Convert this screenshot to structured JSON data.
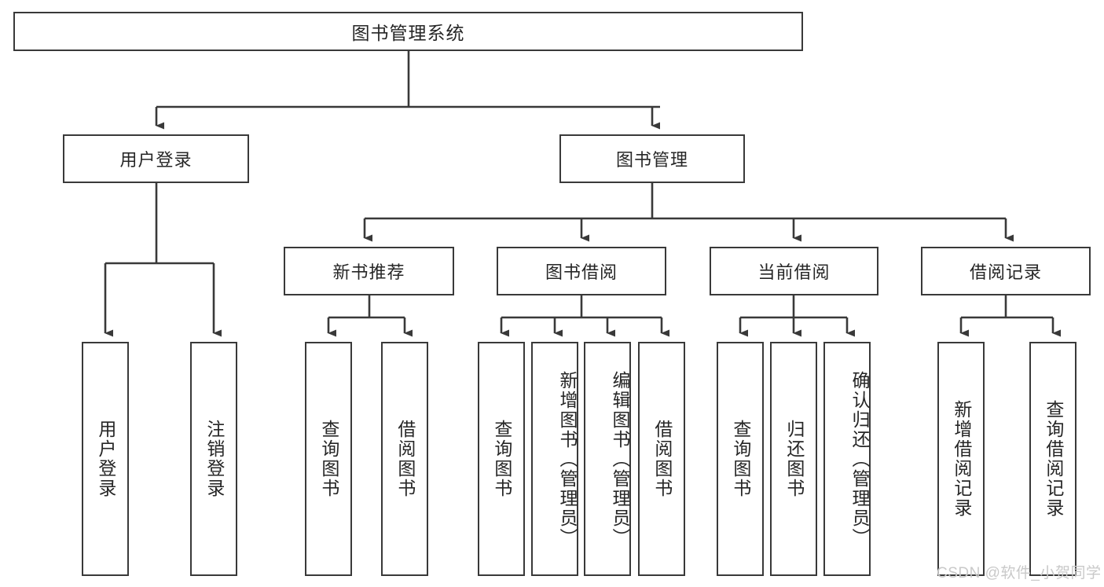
{
  "diagram": {
    "type": "tree-hierarchy",
    "title": "图书管理系统",
    "watermark": "CSDN @软件_小贺同学",
    "colors": {
      "box_border": "#393939",
      "box_fill": "#ffffff",
      "connector": "#393939",
      "text": "#262626",
      "watermark": "#c9c9c9"
    },
    "root": {
      "label": "图书管理系统"
    },
    "level2": [
      {
        "label": "用户登录"
      },
      {
        "label": "图书管理"
      }
    ],
    "level3": [
      {
        "label": "新书推荐"
      },
      {
        "label": "图书借阅"
      },
      {
        "label": "当前借阅"
      },
      {
        "label": "借阅记录"
      }
    ],
    "leaves": {
      "user_login": [
        {
          "label": "用户登录"
        },
        {
          "label": "注销登录"
        }
      ],
      "new_book_recommend": [
        {
          "label": "查询图书"
        },
        {
          "label": "借阅图书"
        }
      ],
      "book_borrow": [
        {
          "label": "查询图书"
        },
        {
          "label": "新增图书（管理员）"
        },
        {
          "label": "编辑图书（管理员）"
        },
        {
          "label": "借阅图书"
        }
      ],
      "current_borrow": [
        {
          "label": "查询图书"
        },
        {
          "label": "归还图书"
        },
        {
          "label": "确认归还（管理员）"
        }
      ],
      "borrow_record": [
        {
          "label": "新增借阅记录"
        },
        {
          "label": "查询借阅记录"
        }
      ]
    }
  }
}
